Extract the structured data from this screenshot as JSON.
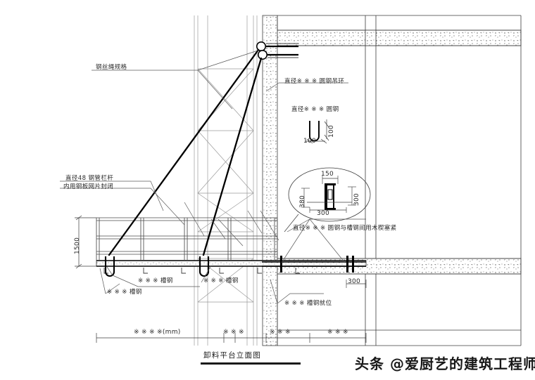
{
  "drawing": {
    "title": "卸料平台立面图",
    "watermark": "头条 @爱厨艺的建筑工程师",
    "background": "#ffffff",
    "line_color": "#3c3c3c",
    "heavy_color": "#000000"
  },
  "labels": {
    "wire_rope": "钢丝绳规格",
    "ring_hanger": "直径※ ※ ※ 圆钢吊环",
    "round_bar": "直径※ ※ ※ 圆钢",
    "rail_pipe": "直径48 钢管栏杆",
    "rail_mesh": "内用钢板网片封闭",
    "detail_note": "直径※ ※ ※ 圆钢与槽钢间用木楔塞紧",
    "channel_upper": "※ ※ ※ 槽钢",
    "channel_lower": "※ ※ ※ 槽钢",
    "channel_mid": "※ ※ ※ 槽钢",
    "channel_in_place": "※ ※ ※ 槽钢就位"
  },
  "dimensions": {
    "platform_height": "1500",
    "hook_width": "100",
    "hook_height": "100",
    "detail_top": "150",
    "detail_left": "380",
    "detail_right": "300",
    "detail_bottom": "300",
    "slab_offset": "300",
    "span_main": "※ ※ ※ ※(mm)",
    "span_a": "※ ※ ※",
    "span_b": "※ ※ ※",
    "span_c": "※ ※ ※"
  }
}
